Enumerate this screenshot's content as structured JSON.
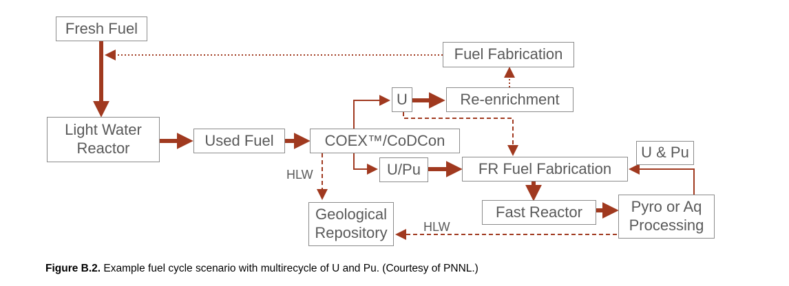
{
  "diagram": {
    "colors": {
      "arrow": "#a0391f",
      "box_border": "#8a8a8a",
      "text": "#595959"
    },
    "nodes": {
      "fresh_fuel": "Fresh Fuel",
      "fuel_fabrication": "Fuel Fabrication",
      "u": "U",
      "re_enrichment": "Re-enrichment",
      "light_water_reactor": "Light Water Reactor",
      "used_fuel": "Used Fuel",
      "coex": "COEX™/CoDCon",
      "u_pu_coex": "U/Pu",
      "fr_fuel_fabrication": "FR Fuel Fabrication",
      "u_and_pu": "U & Pu",
      "geological_repository": "Geological Repository",
      "fast_reactor": "Fast Reactor",
      "pyro_processing": "Pyro or Aq Processing"
    },
    "edge_labels": {
      "hlw_coex": "HLW",
      "hlw_pyro": "HLW"
    }
  },
  "caption": {
    "label": "Figure B.2.",
    "text": " Example fuel cycle scenario with multirecycle of U and Pu. (Courtesy of PNNL.)"
  }
}
